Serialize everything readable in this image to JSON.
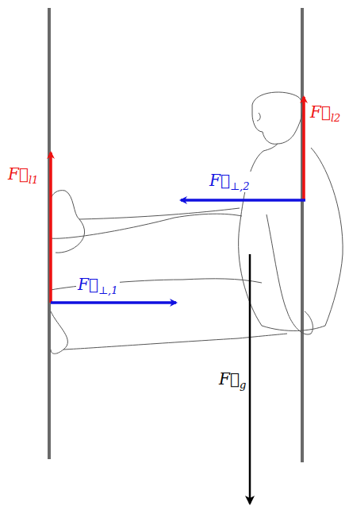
{
  "diagram": {
    "labels": [
      "F⃗l2",
      "F⃗l1",
      "F⃗⊥,2",
      "F⃗⊥,1",
      "F⃗g"
    ]
  }
}
